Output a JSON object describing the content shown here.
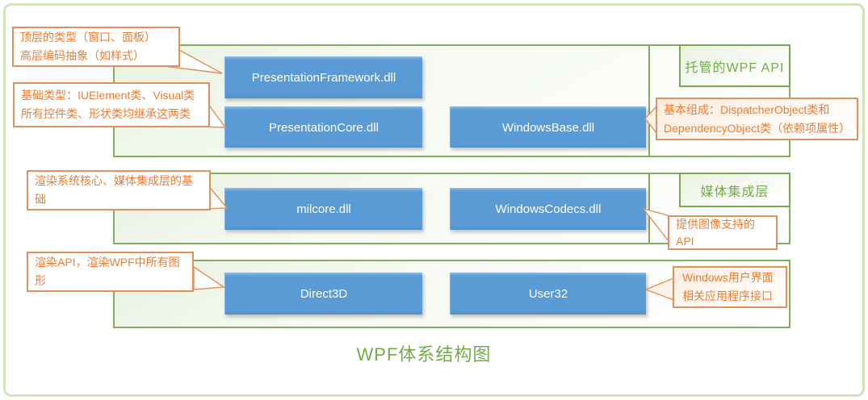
{
  "title": "WPF体系结构图",
  "layers": {
    "managed": {
      "label": "托管的WPF API",
      "boxes": {
        "presentation_framework": "PresentationFramework.dll",
        "presentation_core": "PresentationCore.dll",
        "windows_base": "WindowsBase.dll"
      }
    },
    "media": {
      "label": "媒体集成层",
      "boxes": {
        "milcore": "milcore.dll",
        "windows_codecs": "WindowsCodecs.dll"
      }
    },
    "system": {
      "boxes": {
        "direct3d": "Direct3D",
        "user32": "User32"
      }
    }
  },
  "callouts": {
    "top_types": "顶层的类型（窗口、面板）\n高层编码抽象（如样式）",
    "base_types": "基础类型：IUElement类、Visual类所有控件类、形状类均继承这两类",
    "basic_composition": "基本组成：DispatcherObject类和DependencyObject类（依赖项属性）",
    "render_core": "渲染系统核心、媒体集成层的基础",
    "image_api": "提供图像支持的API",
    "render_api": "渲染API，渲染WPF中所有图形",
    "user_interface": "Windows用户界面相关应用程序接口"
  },
  "colors": {
    "block_blue": "#5b9bd5",
    "green_text": "#70ad47",
    "green_border": "#85ab5c",
    "frame_border": "#cfe3bc",
    "orange_text": "#ed7d31",
    "orange_border": "#e0905a"
  }
}
